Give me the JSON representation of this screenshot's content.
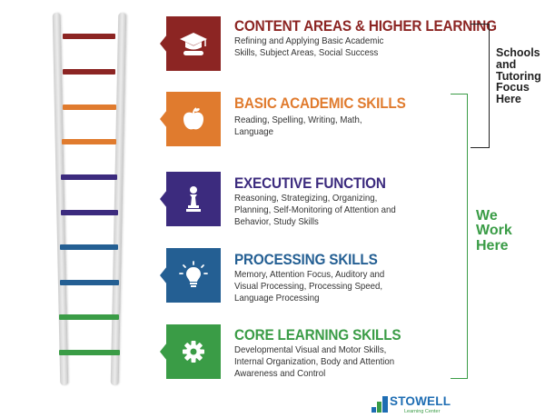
{
  "colors": {
    "maroon": "#8c2523",
    "orange": "#e07b2e",
    "purple": "#3c2b7e",
    "blue": "#245f93",
    "green": "#3a9c46",
    "bracket_dark": "#222222",
    "bracket_green": "#3a9c46"
  },
  "levels": [
    {
      "title": "CONTENT AREAS & HIGHER LEARNING",
      "description": "Refining and Applying Basic Academic Skills, Subject Areas, Social Success",
      "icon": "graduation-cap-icon",
      "color": "#8c2523"
    },
    {
      "title": "BASIC ACADEMIC SKILLS",
      "description": "Reading, Spelling, Writing, Math, Language",
      "icon": "apple-icon",
      "color": "#e07b2e"
    },
    {
      "title": "EXECUTIVE FUNCTION",
      "description": "Reasoning, Strategizing, Organizing, Planning, Self-Monitoring of Attention and Behavior, Study Skills",
      "icon": "chess-piece-icon",
      "color": "#3c2b7e"
    },
    {
      "title": "PROCESSING SKILLS",
      "description": "Memory, Attention Focus, Auditory and Visual Processing, Processing Speed, Language Processing",
      "icon": "lightbulb-icon",
      "color": "#245f93"
    },
    {
      "title": "CORE LEARNING SKILLS",
      "description": "Developmental Visual and Motor Skills, Internal Organization, Body and Attention Awareness and Control",
      "icon": "gear-icon",
      "color": "#3a9c46"
    }
  ],
  "brackets": {
    "schools_text": "Schools and Tutoring Focus Here",
    "we_work_text": "We Work Here"
  },
  "logo": {
    "name": "STOWELL",
    "tagline": "Learning Center"
  }
}
